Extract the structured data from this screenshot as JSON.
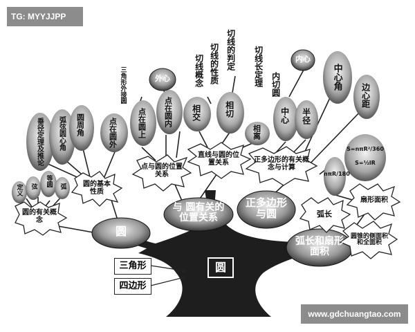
{
  "watermark_top": "TG: MYYJJPP",
  "watermark_bottom": "www.gdchuangtao.com",
  "trunk_label": "圆",
  "side_boxes": {
    "triangle": "三角形",
    "quadrilateral": "四边形"
  },
  "branches": {
    "circle": "圆",
    "position": "与 圆有关的位置关系",
    "polygon": "正多边形与圆",
    "arc": "弧长和扇形面积"
  },
  "bursts": {
    "concepts": "圆的有关概念",
    "basic_props": "圆的基本性质",
    "point_pos": "点与圆的位置关系",
    "line_pos": "直线与圆的位置关系",
    "polygon_concepts": "正多边形的有关概念与计算",
    "arc_len": "弧长",
    "sector_area": "扇形面积",
    "cone_area": "圆锥的侧面积和全面积"
  },
  "leaves": {
    "small_1": "定义",
    "small_2": "弦",
    "small_3": "等圆",
    "small_4": "弧",
    "chord_thm": "垂径定理及推论",
    "arc_chord": "弧弦圆心角",
    "inscribed": "圆周角",
    "outside": "点在圆外",
    "on": "点在圆上",
    "inside": "点在圆内",
    "tri_circum": "三角形外接圆",
    "circumcenter": "外心",
    "intersect": "相交",
    "tangent": "相切",
    "separate": "相离",
    "tangent_concept": "切线概念",
    "tangent_prop": "切线的性质",
    "tangent_judge": "切线的判定",
    "tangent_len": "切线长定理",
    "incircle": "内切圆",
    "incenter": "内心",
    "center": "中心",
    "radius": "半径",
    "center_angle": "中心角",
    "apothem": "边心距",
    "arc_formula": "nπR/180",
    "sector_formula": "S=nπR²/360",
    "sector_formula2": "S=½lR"
  }
}
